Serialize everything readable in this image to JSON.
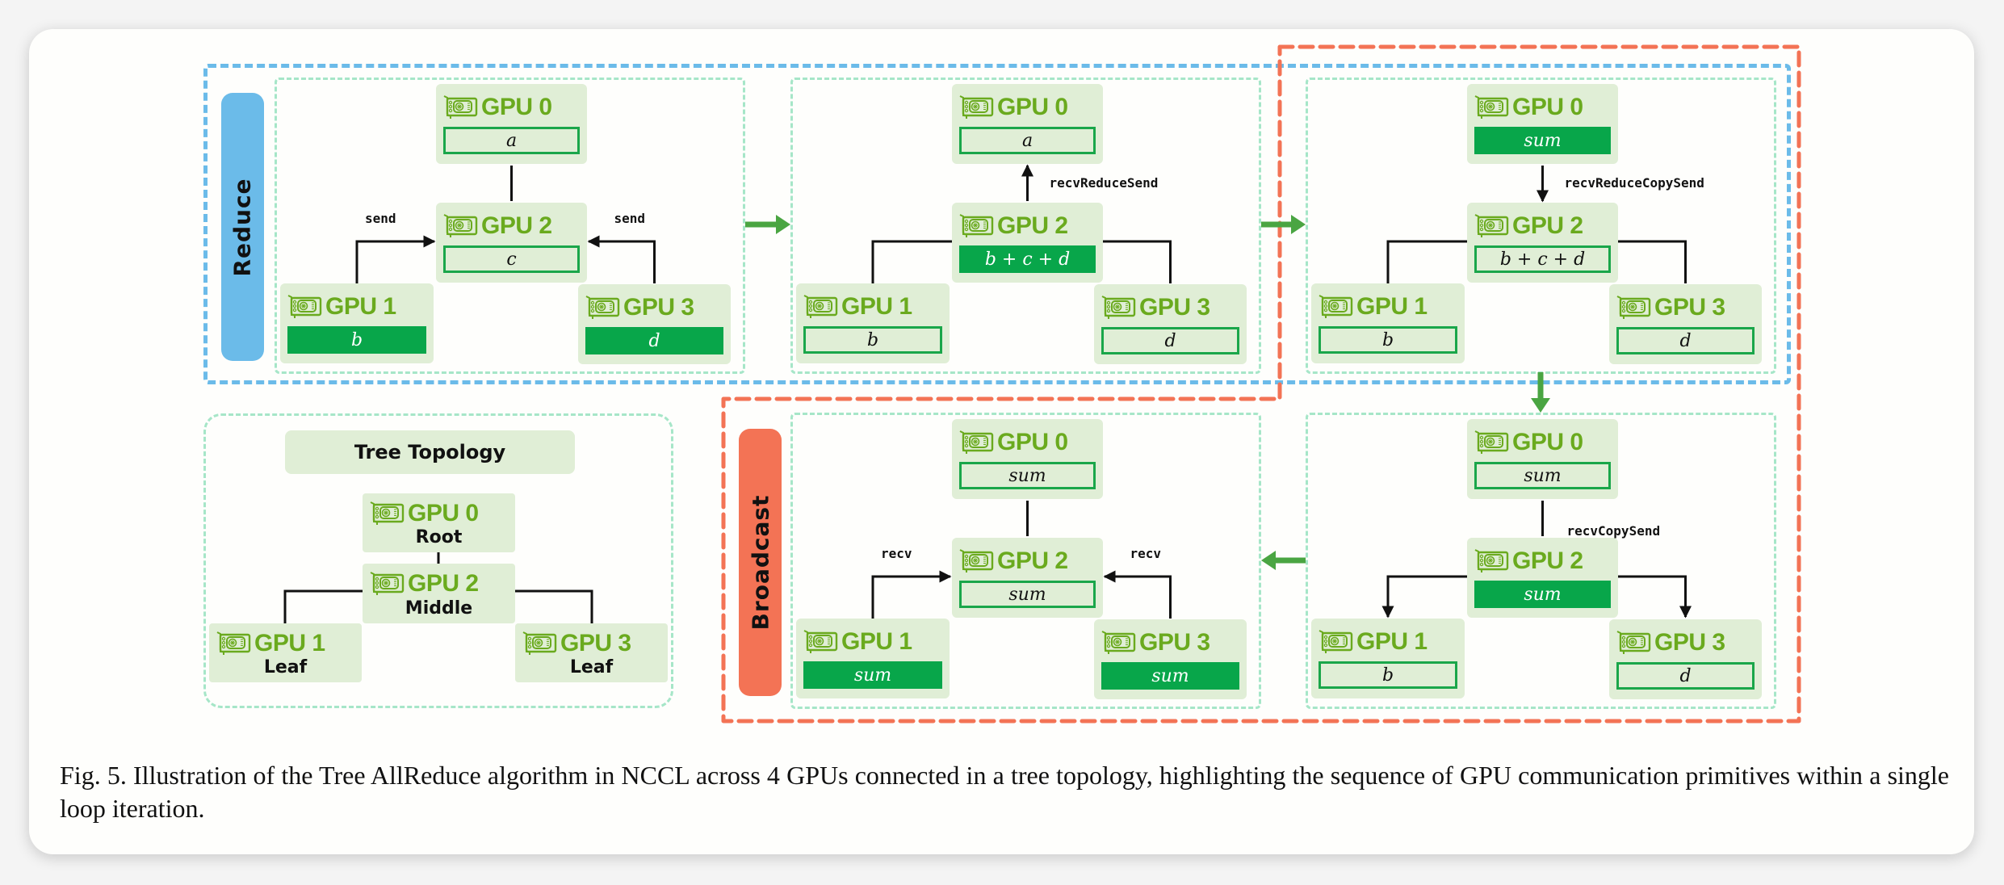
{
  "figure": {
    "caption": "Fig. 5.  Illustration of the Tree AllReduce algorithm in NCCL across 4 GPUs connected in a tree topology, highlighting the sequence of GPU communication primitives within a single loop iteration.",
    "colors": {
      "reduce_phase": "#6bbbe9",
      "broadcast_phase": "#f37355",
      "panel_border": "#a6e6c8",
      "gpu_box_bg": "#e0eed6",
      "gpu_label": "#6aaa1e",
      "active_buffer": "#08a64a",
      "buffer_border": "#1aa64a",
      "flow_arrow": "#4aa542"
    }
  },
  "phases": {
    "reduce": "Reduce",
    "broadcast": "Broadcast"
  },
  "gpu_names": [
    "GPU 0",
    "GPU 1",
    "GPU 2",
    "GPU 3"
  ],
  "icon": "gpu-card-icon",
  "panels": [
    {
      "id": "reduce-step-1",
      "gpus": {
        "gpu0": {
          "value": "a",
          "active": false
        },
        "gpu1": {
          "value": "b",
          "active": true
        },
        "gpu2": {
          "value": "c",
          "active": false
        },
        "gpu3": {
          "value": "d",
          "active": true
        }
      },
      "edges": {
        "left": "send",
        "right": "send",
        "top": ""
      }
    },
    {
      "id": "reduce-step-2",
      "gpus": {
        "gpu0": {
          "value": "a",
          "active": false
        },
        "gpu1": {
          "value": "b",
          "active": false
        },
        "gpu2": {
          "value": "b + c + d",
          "active": true
        },
        "gpu3": {
          "value": "d",
          "active": false
        }
      },
      "edges": {
        "left": "",
        "right": "",
        "top": "recvReduceSend"
      }
    },
    {
      "id": "reduce-broadcast-step-3",
      "gpus": {
        "gpu0": {
          "value": "sum",
          "active": true
        },
        "gpu1": {
          "value": "b",
          "active": false
        },
        "gpu2": {
          "value": "b + c + d",
          "active": false
        },
        "gpu3": {
          "value": "d",
          "active": false
        }
      },
      "edges": {
        "left": "",
        "right": "",
        "top": "recvReduceCopySend"
      }
    },
    {
      "id": "broadcast-step-4",
      "gpus": {
        "gpu0": {
          "value": "sum",
          "active": false
        },
        "gpu1": {
          "value": "b",
          "active": false
        },
        "gpu2": {
          "value": "sum",
          "active": true
        },
        "gpu3": {
          "value": "d",
          "active": false
        }
      },
      "edges": {
        "left": "",
        "right": "",
        "top": "recvCopySend"
      }
    },
    {
      "id": "broadcast-step-5",
      "gpus": {
        "gpu0": {
          "value": "sum",
          "active": false
        },
        "gpu1": {
          "value": "sum",
          "active": true
        },
        "gpu2": {
          "value": "sum",
          "active": false
        },
        "gpu3": {
          "value": "sum",
          "active": true
        }
      },
      "edges": {
        "left": "recv",
        "right": "recv",
        "top": ""
      }
    }
  ],
  "tree_topology": {
    "title": "Tree Topology",
    "nodes": [
      {
        "gpu": "GPU 0",
        "role": "Root"
      },
      {
        "gpu": "GPU 2",
        "role": "Middle"
      },
      {
        "gpu": "GPU 1",
        "role": "Leaf"
      },
      {
        "gpu": "GPU 3",
        "role": "Leaf"
      }
    ]
  }
}
